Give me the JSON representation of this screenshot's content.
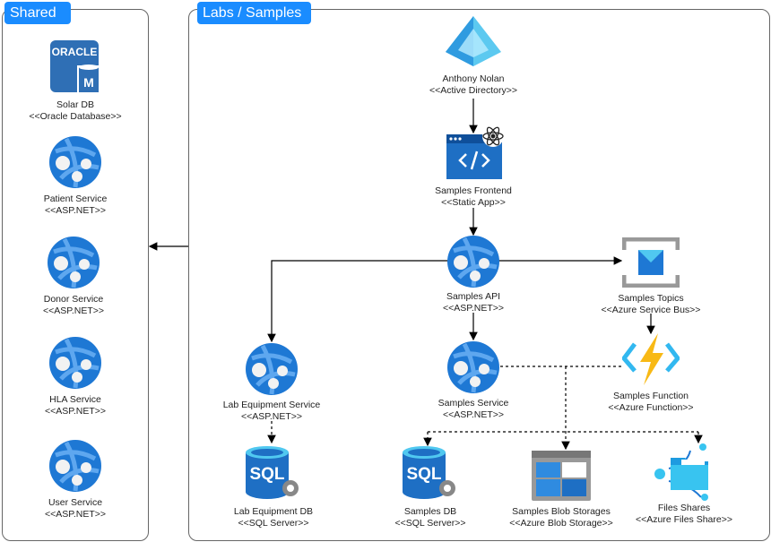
{
  "groups": {
    "shared": {
      "title": "Shared"
    },
    "labs": {
      "title": "Labs / Samples"
    }
  },
  "colors": {
    "group_tab": "#1a8cff",
    "azure_blue": "#1e78d4",
    "oracle_blue": "#2f6fb5"
  },
  "shared_nodes": [
    {
      "name": "Solar DB",
      "type": "<<Oracle Database>>",
      "icon": "oracle-database-icon"
    },
    {
      "name": "Patient Service",
      "type": "<<ASP.NET>>",
      "icon": "app-service-icon"
    },
    {
      "name": "Donor Service",
      "type": "<<ASP.NET>>",
      "icon": "app-service-icon"
    },
    {
      "name": "HLA Service",
      "type": "<<ASP.NET>>",
      "icon": "app-service-icon"
    },
    {
      "name": "User Service",
      "type": "<<ASP.NET>>",
      "icon": "app-service-icon"
    }
  ],
  "labs_nodes": {
    "ad": {
      "name": "Anthony Nolan",
      "type": "<<Active Directory>>",
      "icon": "active-directory-icon"
    },
    "frontend": {
      "name": "Samples Frontend",
      "type": "<<Static App>>",
      "icon": "static-web-app-icon"
    },
    "api": {
      "name": "Samples API",
      "type": "<<ASP.NET>>",
      "icon": "app-service-icon"
    },
    "topics": {
      "name": "Samples Topics",
      "type": "<<Azure Service Bus>>",
      "icon": "service-bus-icon"
    },
    "lab_equipment_service": {
      "name": "Lab Equipment Service",
      "type": "<<ASP.NET>>",
      "icon": "app-service-icon"
    },
    "samples_service": {
      "name": "Samples Service",
      "type": "<<ASP.NET>>",
      "icon": "app-service-icon"
    },
    "function": {
      "name": "Samples Function",
      "type": "<<Azure Function>>",
      "icon": "azure-function-icon"
    },
    "lab_equipment_db": {
      "name": "Lab Equipment DB",
      "type": "<<SQL Server>>",
      "icon": "sql-server-icon"
    },
    "samples_db": {
      "name": "Samples DB",
      "type": "<<SQL Server>>",
      "icon": "sql-server-icon"
    },
    "blob": {
      "name": "Samples Blob Storages",
      "type": "<<Azure Blob Storage>>",
      "icon": "blob-storage-icon"
    },
    "files": {
      "name": "Files Shares",
      "type": "<<Azure Files Share>>",
      "icon": "file-share-icon"
    }
  }
}
